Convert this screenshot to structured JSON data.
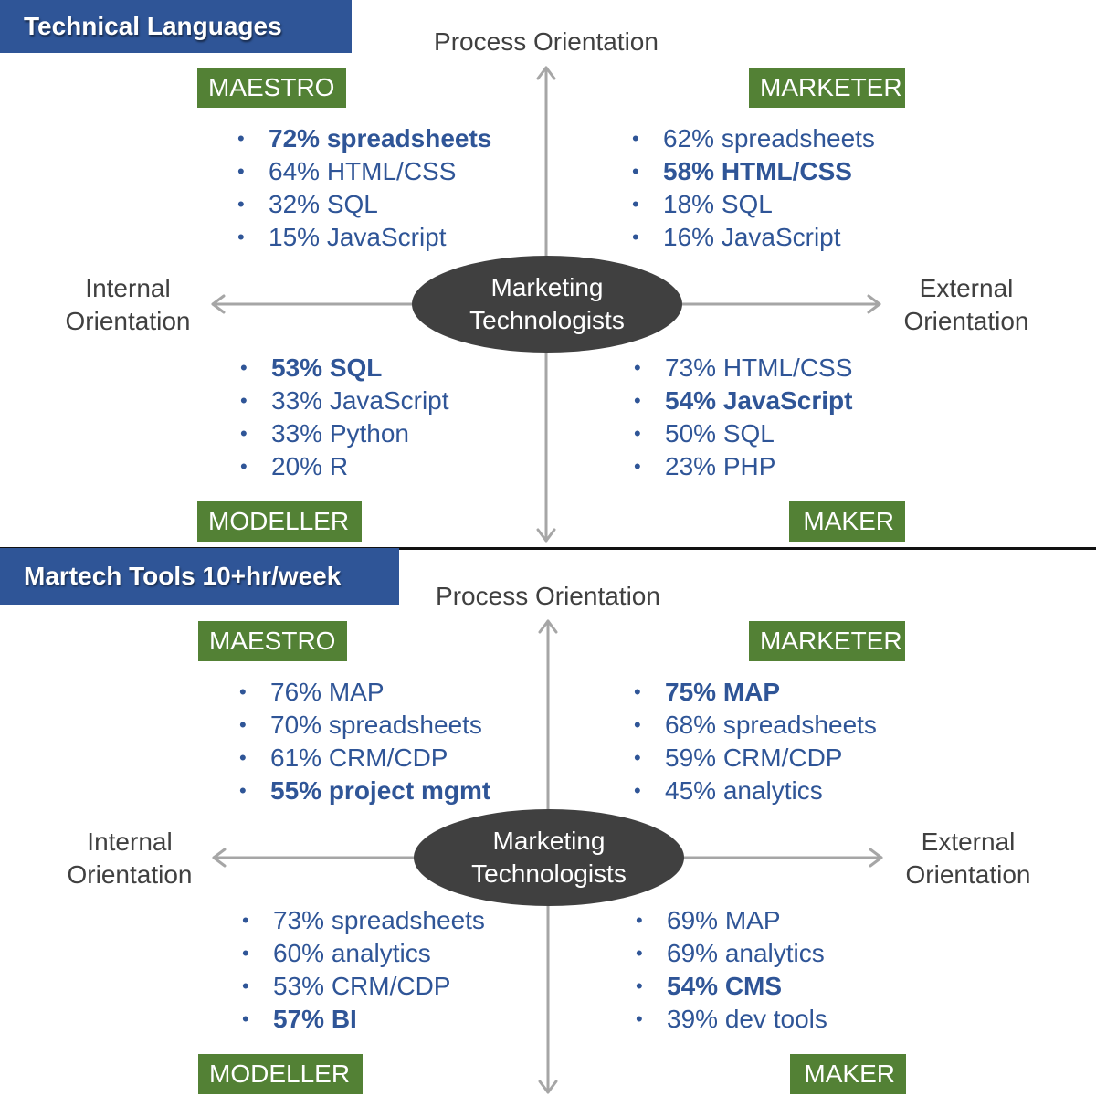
{
  "panels": [
    {
      "banner": "Technical Languages",
      "axis_top": "Process Orientation",
      "axis_left": [
        "Internal",
        "Orientation"
      ],
      "axis_right": [
        "External",
        "Orientation"
      ],
      "center": [
        "Marketing",
        "Technologists"
      ],
      "quadrants": {
        "maestro": {
          "label": "MAESTRO",
          "items": [
            {
              "text": "72% spreadsheets",
              "bold": true
            },
            {
              "text": "64% HTML/CSS",
              "bold": false
            },
            {
              "text": "32% SQL",
              "bold": false
            },
            {
              "text": "15% JavaScript",
              "bold": false
            }
          ]
        },
        "marketer": {
          "label": "MARKETER",
          "items": [
            {
              "text": "62% spreadsheets",
              "bold": false
            },
            {
              "text": "58% HTML/CSS",
              "bold": true
            },
            {
              "text": "18% SQL",
              "bold": false
            },
            {
              "text": "16% JavaScript",
              "bold": false
            }
          ]
        },
        "modeller": {
          "label": "MODELLER",
          "items": [
            {
              "text": "53% SQL",
              "bold": true
            },
            {
              "text": "33% JavaScript",
              "bold": false
            },
            {
              "text": "33% Python",
              "bold": false
            },
            {
              "text": "20% R",
              "bold": false
            }
          ]
        },
        "maker": {
          "label": "MAKER",
          "items": [
            {
              "text": "73% HTML/CSS",
              "bold": false
            },
            {
              "text": "54% JavaScript",
              "bold": true
            },
            {
              "text": "50% SQL",
              "bold": false
            },
            {
              "text": "23% PHP",
              "bold": false
            }
          ]
        }
      }
    },
    {
      "banner": "Martech Tools 10+hr/week",
      "axis_top": "Process Orientation",
      "axis_left": [
        "Internal",
        "Orientation"
      ],
      "axis_right": [
        "External",
        "Orientation"
      ],
      "center": [
        "Marketing",
        "Technologists"
      ],
      "quadrants": {
        "maestro": {
          "label": "MAESTRO",
          "items": [
            {
              "text": "76% MAP",
              "bold": false
            },
            {
              "text": "70% spreadsheets",
              "bold": false
            },
            {
              "text": "61% CRM/CDP",
              "bold": false
            },
            {
              "text": "55% project mgmt",
              "bold": true
            }
          ]
        },
        "marketer": {
          "label": "MARKETER",
          "items": [
            {
              "text": "75% MAP",
              "bold": true
            },
            {
              "text": "68% spreadsheets",
              "bold": false
            },
            {
              "text": "59% CRM/CDP",
              "bold": false
            },
            {
              "text": "45% analytics",
              "bold": false
            }
          ]
        },
        "modeller": {
          "label": "MODELLER",
          "items": [
            {
              "text": "73% spreadsheets",
              "bold": false
            },
            {
              "text": "60% analytics",
              "bold": false
            },
            {
              "text": "53% CRM/CDP",
              "bold": false
            },
            {
              "text": "57% BI",
              "bold": true
            }
          ]
        },
        "maker": {
          "label": "MAKER",
          "items": [
            {
              "text": "69% MAP",
              "bold": false
            },
            {
              "text": "69% analytics",
              "bold": false
            },
            {
              "text": "54% CMS",
              "bold": true
            },
            {
              "text": "39% dev tools",
              "bold": false
            }
          ]
        }
      }
    }
  ],
  "bullet": "•",
  "colors": {
    "banner": "#2f5597",
    "tag": "#538135",
    "list_text": "#2f5597",
    "ellipse": "#404040",
    "axis": "#a6a6a6",
    "axis_label": "#404040"
  }
}
